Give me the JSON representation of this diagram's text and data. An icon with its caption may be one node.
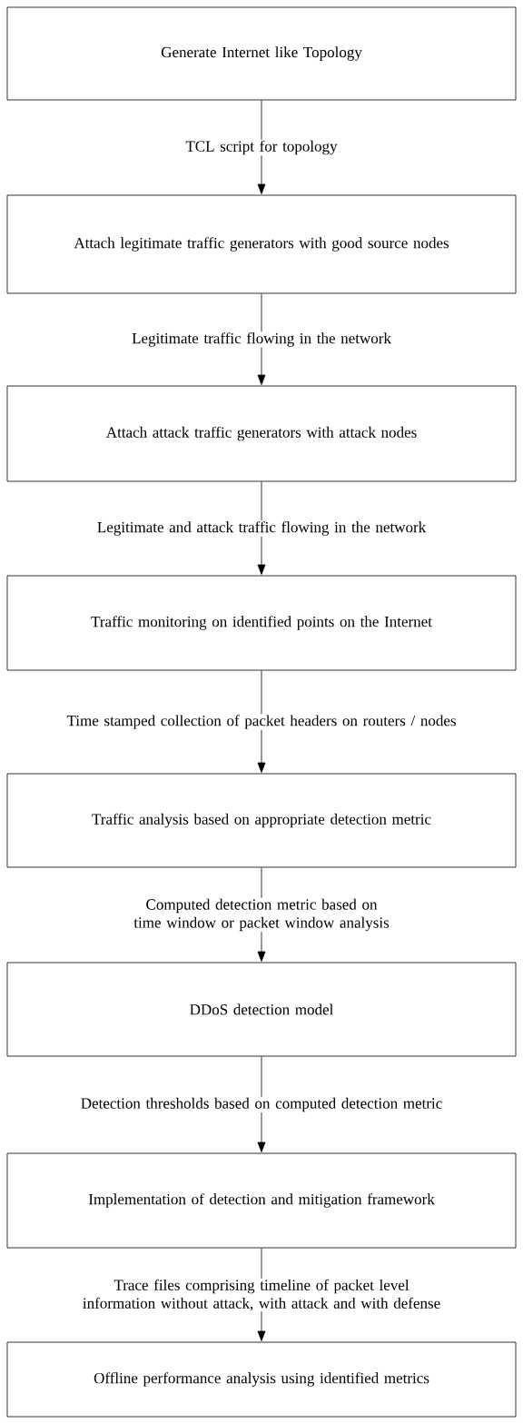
{
  "diagram": {
    "nodes": [
      {
        "text": [
          "Generate Internet like Topology"
        ]
      },
      {
        "text": [
          "Attach legitimate traffic generators with good source nodes"
        ]
      },
      {
        "text": [
          "Attach attack traffic generators with attack nodes"
        ]
      },
      {
        "text": [
          "Traffic monitoring on identified points on the Internet"
        ]
      },
      {
        "text": [
          "Traffic analysis based on appropriate detection metric"
        ]
      },
      {
        "text": [
          "DDoS detection model"
        ]
      },
      {
        "text": [
          "Implementation of detection and mitigation framework"
        ]
      },
      {
        "text": [
          "Offline performance analysis using identified metrics"
        ]
      }
    ],
    "edges": [
      {
        "from": 0,
        "to": 1,
        "arrow": "to",
        "label": "TCL script for topology"
      },
      {
        "from": 1,
        "to": 2,
        "arrow": "to",
        "label": "Legitimate traffic flowing in the network"
      },
      {
        "from": 2,
        "to": 3,
        "arrow": "to",
        "label": "Legitimate and attack traffic flowing in the network"
      },
      {
        "from": 3,
        "to": 4,
        "arrow": "to",
        "label": "Time stamped collection of packet headers on routers / nodes"
      },
      {
        "from": 4,
        "to": 5,
        "arrow": "to",
        "label": "Computed detection metric based on time window or packet window analysis"
      },
      {
        "from": 5,
        "to": 6,
        "arrow": "to",
        "label": "Detection thresholds based on computed detection metric"
      },
      {
        "from": 6,
        "to": 7,
        "arrow": "to",
        "label": "Trace files comprising timeline of packet level information without attack, with attack and with defense"
      }
    ]
  }
}
